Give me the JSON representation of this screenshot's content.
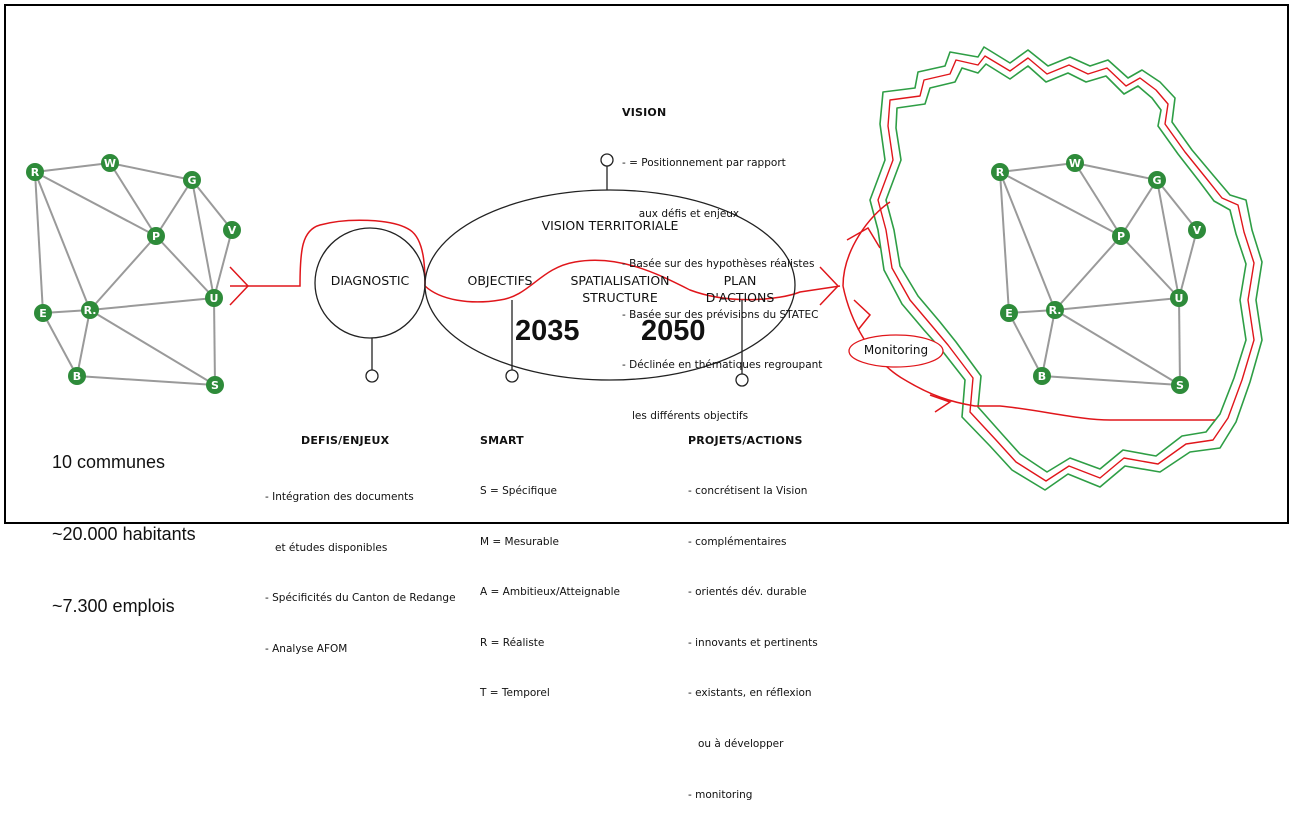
{
  "stats": {
    "line1": "10 communes",
    "line2": "~20.000 habitants",
    "line3": "~7.300 emplois"
  },
  "network": {
    "nodes": [
      "R",
      "W",
      "G",
      "V",
      "P",
      "U",
      "E",
      "R.",
      "B",
      "S"
    ]
  },
  "center": {
    "diagnostic": "DIAGNOSTIC",
    "vision_territoriale": "VISION TERRITORIALE",
    "objectifs": "OBJECTIFS",
    "spatialisation_1": "SPATIALISATION",
    "spatialisation_2": "STRUCTURE",
    "plan_1": "PLAN",
    "plan_2": "D'ACTIONS",
    "year_2035": "2035",
    "year_2050": "2050",
    "monitoring": "Monitoring"
  },
  "vision": {
    "title": "VISION",
    "items": [
      "- = Positionnement par rapport",
      "     aux défis et enjeux",
      "- Basée sur des hypothèses réalistes",
      "- Basée sur des prévisions du STATEC",
      "- Déclinée en thématiques regroupant",
      "   les différents objectifs"
    ]
  },
  "defis": {
    "title": "DEFIS/ENJEUX",
    "items": [
      "- Intégration des documents",
      "   et études disponibles",
      "- Spécificités du Canton de Redange",
      "- Analyse AFOM"
    ]
  },
  "smart": {
    "title": "SMART",
    "items": [
      "S = Spécifique",
      "M = Mesurable",
      "A = Ambitieux/Atteignable",
      "R = Réaliste",
      "T = Temporel"
    ]
  },
  "projets": {
    "title": "PROJETS/ACTIONS",
    "items": [
      "- concrétisent la Vision",
      "- complémentaires",
      "- orientés dév. durable",
      "- innovants et pertinents",
      "- existants, en réflexion",
      "   ou à développer",
      "- monitoring"
    ]
  },
  "colors": {
    "node": "#2e8b3a",
    "edge": "#9a9a9a",
    "flow": "#e0161b",
    "border_green": "#2e9e45"
  }
}
